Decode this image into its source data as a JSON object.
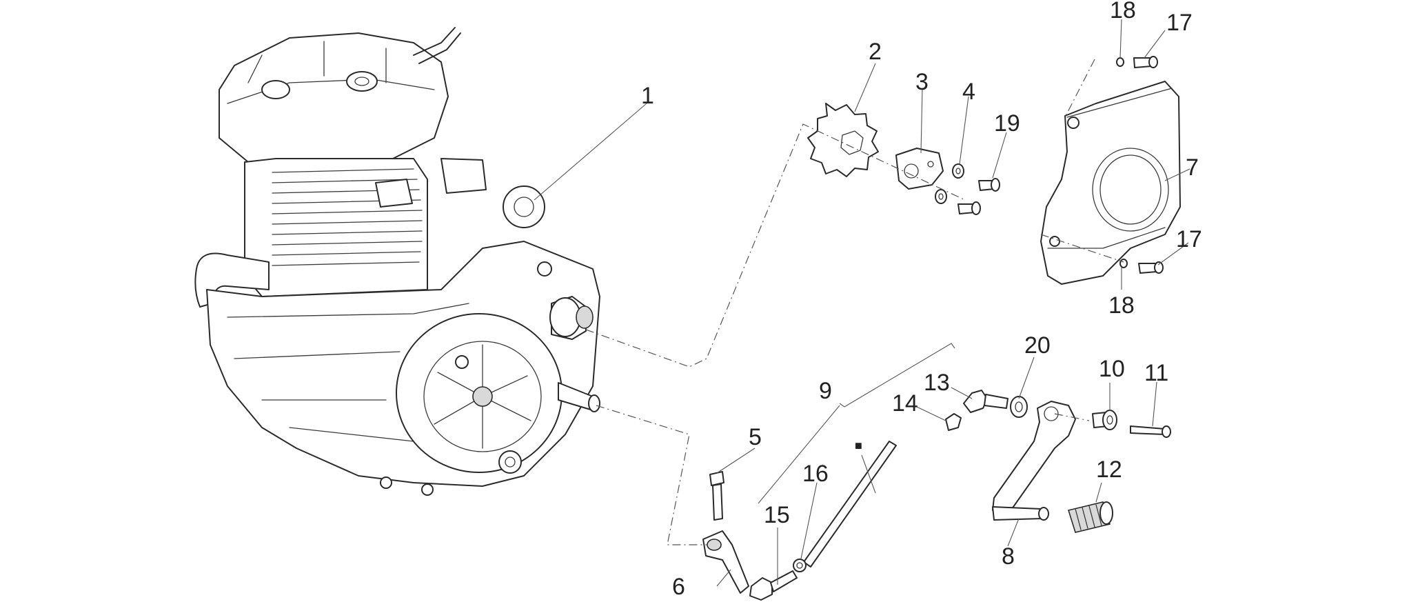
{
  "diagram": {
    "parts": [
      {
        "num": "1"
      },
      {
        "num": "2"
      },
      {
        "num": "3"
      },
      {
        "num": "4"
      },
      {
        "num": "5"
      },
      {
        "num": "6"
      },
      {
        "num": "7"
      },
      {
        "num": "8"
      },
      {
        "num": "9"
      },
      {
        "num": "10"
      },
      {
        "num": "11"
      },
      {
        "num": "12"
      },
      {
        "num": "13"
      },
      {
        "num": "14"
      },
      {
        "num": "15"
      },
      {
        "num": "16"
      },
      {
        "num": "17"
      },
      {
        "num": "18"
      },
      {
        "num": "19"
      },
      {
        "num": "20"
      }
    ],
    "marker_symbol": "■"
  }
}
